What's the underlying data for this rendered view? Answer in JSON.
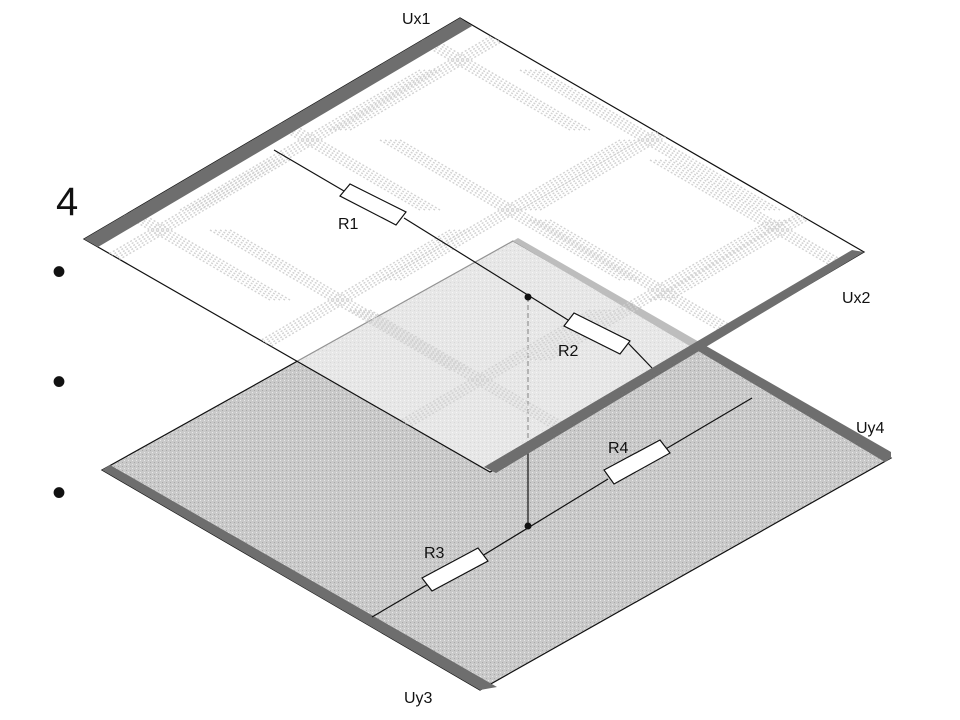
{
  "background_fragments": {
    "heading_char": "4",
    "bullet_glyph": "•"
  },
  "top_layer": {
    "electrode_labels": {
      "x1": "Ux1",
      "x2": "Ux2"
    },
    "resistors": {
      "r1": "R1",
      "r2": "R2"
    }
  },
  "bottom_layer": {
    "electrode_labels": {
      "y3": "Uy3",
      "y4": "Uy4"
    },
    "resistors": {
      "r3": "R3",
      "r4": "R4"
    }
  },
  "colors": {
    "top_fill": "#ffffff",
    "bottom_fill": "#c6c6c6",
    "electrode_bar": "#6e6e6e",
    "line": "#111111",
    "hatch": "#d2d2d2"
  }
}
